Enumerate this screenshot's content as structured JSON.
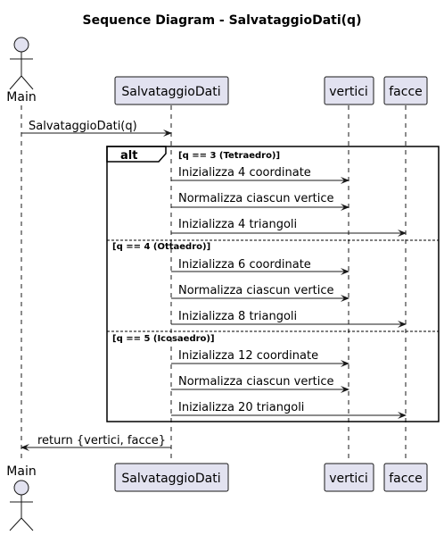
{
  "title": "Sequence Diagram - SalvataggioDati(q)",
  "colors": {
    "participant_fill": "#e2e2f0",
    "participant_stroke": "#181818",
    "lifeline": "#181818",
    "arrow": "#181818",
    "frame": "#000000"
  },
  "participants": [
    {
      "id": "main",
      "label": "Main",
      "kind": "actor"
    },
    {
      "id": "sd",
      "label": "SalvataggioDati",
      "kind": "participant"
    },
    {
      "id": "vertici",
      "label": "vertici",
      "kind": "participant"
    },
    {
      "id": "facce",
      "label": "facce",
      "kind": "participant"
    }
  ],
  "messages": [
    {
      "from": "main",
      "to": "sd",
      "label": "SalvataggioDati(q)"
    },
    {
      "from": "sd",
      "to": "vertici",
      "label": "Inizializza 4 coordinate"
    },
    {
      "from": "sd",
      "to": "vertici",
      "label": "Normalizza ciascun vertice"
    },
    {
      "from": "sd",
      "to": "facce",
      "label": "Inizializza 4 triangoli"
    },
    {
      "from": "sd",
      "to": "vertici",
      "label": "Inizializza 6 coordinate"
    },
    {
      "from": "sd",
      "to": "vertici",
      "label": "Normalizza ciascun vertice"
    },
    {
      "from": "sd",
      "to": "facce",
      "label": "Inizializza 8 triangoli"
    },
    {
      "from": "sd",
      "to": "vertici",
      "label": "Inizializza 12 coordinate"
    },
    {
      "from": "sd",
      "to": "vertici",
      "label": "Normalizza ciascun vertice"
    },
    {
      "from": "sd",
      "to": "facce",
      "label": "Inizializza 20 triangoli"
    },
    {
      "from": "sd",
      "to": "main",
      "label": "return {vertici, facce}"
    }
  ],
  "fragment": {
    "keyword": "alt",
    "guards": [
      "[q == 3 (Tetraedro)]",
      "[q == 4 (Ottaedro)]",
      "[q == 5 (Icosaedro)]"
    ]
  }
}
